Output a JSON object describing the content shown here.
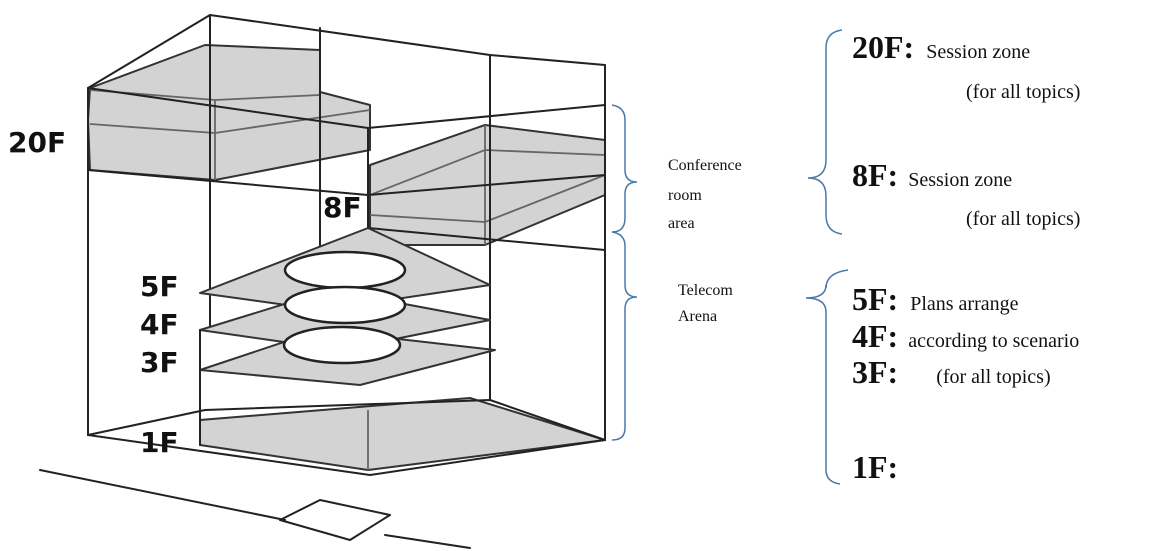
{
  "diagram": {
    "floor_labels": [
      "20F",
      "8F",
      "5F",
      "4F",
      "3F",
      "1F"
    ],
    "area_labels": {
      "conference": [
        "Conference",
        "room",
        "area"
      ],
      "telecom": [
        "Telecom",
        "Arena"
      ]
    },
    "legend": {
      "f20": {
        "floor": "20F:",
        "text": "Session zone",
        "sub": "(for all topics)"
      },
      "f8": {
        "floor": "8F:",
        "text": "Session zone",
        "sub": "(for all topics)"
      },
      "f5": {
        "floor": "5F:",
        "text": "Plans arrange"
      },
      "f4": {
        "floor": "4F:",
        "text": "according to scenario"
      },
      "f3": {
        "floor": "3F:",
        "text": "(for all topics)"
      },
      "f1": {
        "floor": "1F:"
      }
    },
    "colors": {
      "slab": "#d3d3d3",
      "line": "#222222",
      "brace": "#4a78a8"
    }
  }
}
